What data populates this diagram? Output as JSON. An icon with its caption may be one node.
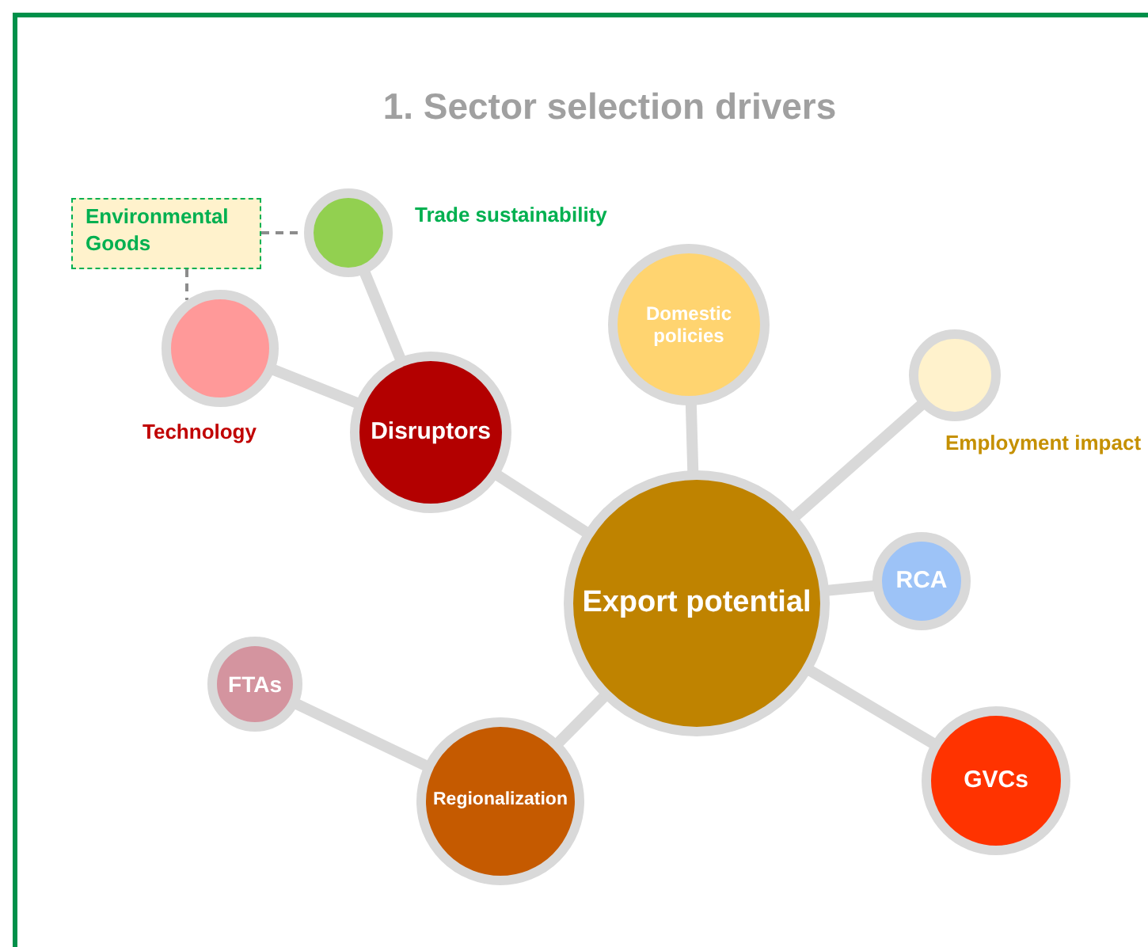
{
  "diagram": {
    "title": "1. Sector selection drivers",
    "nodes": [
      {
        "text": [
          "Export potential"
        ]
      },
      {
        "text": [
          "Disruptors"
        ]
      },
      {
        "text": [
          "Technology"
        ]
      },
      {
        "text": [
          "Trade sustainability"
        ]
      },
      {
        "text": [
          "Environmental Goods"
        ]
      },
      {
        "text": [
          "Domestic policies"
        ]
      },
      {
        "text": [
          "Employment impact"
        ]
      },
      {
        "text": [
          "RCA"
        ]
      },
      {
        "text": [
          "GVCs"
        ]
      },
      {
        "text": [
          "Regionalization"
        ]
      },
      {
        "text": [
          "FTAs"
        ]
      }
    ],
    "edges": [
      {
        "from": 0,
        "to": 1,
        "arrow": "none"
      },
      {
        "from": 1,
        "to": 2,
        "arrow": "none"
      },
      {
        "from": 1,
        "to": 3,
        "arrow": "none"
      },
      {
        "from": 4,
        "to": 3,
        "arrow": "none",
        "style": "dashed",
        "color": "#8c8c8c"
      },
      {
        "from": 4,
        "to": 2,
        "arrow": "none",
        "style": "dashed",
        "color": "#8c8c8c"
      },
      {
        "from": 0,
        "to": 5,
        "arrow": "none"
      },
      {
        "from": 0,
        "to": 6,
        "arrow": "none"
      },
      {
        "from": 0,
        "to": 7,
        "arrow": "none"
      },
      {
        "from": 0,
        "to": 8,
        "arrow": "none"
      },
      {
        "from": 0,
        "to": 9,
        "arrow": "none"
      },
      {
        "from": 9,
        "to": 10,
        "arrow": "none"
      }
    ]
  }
}
